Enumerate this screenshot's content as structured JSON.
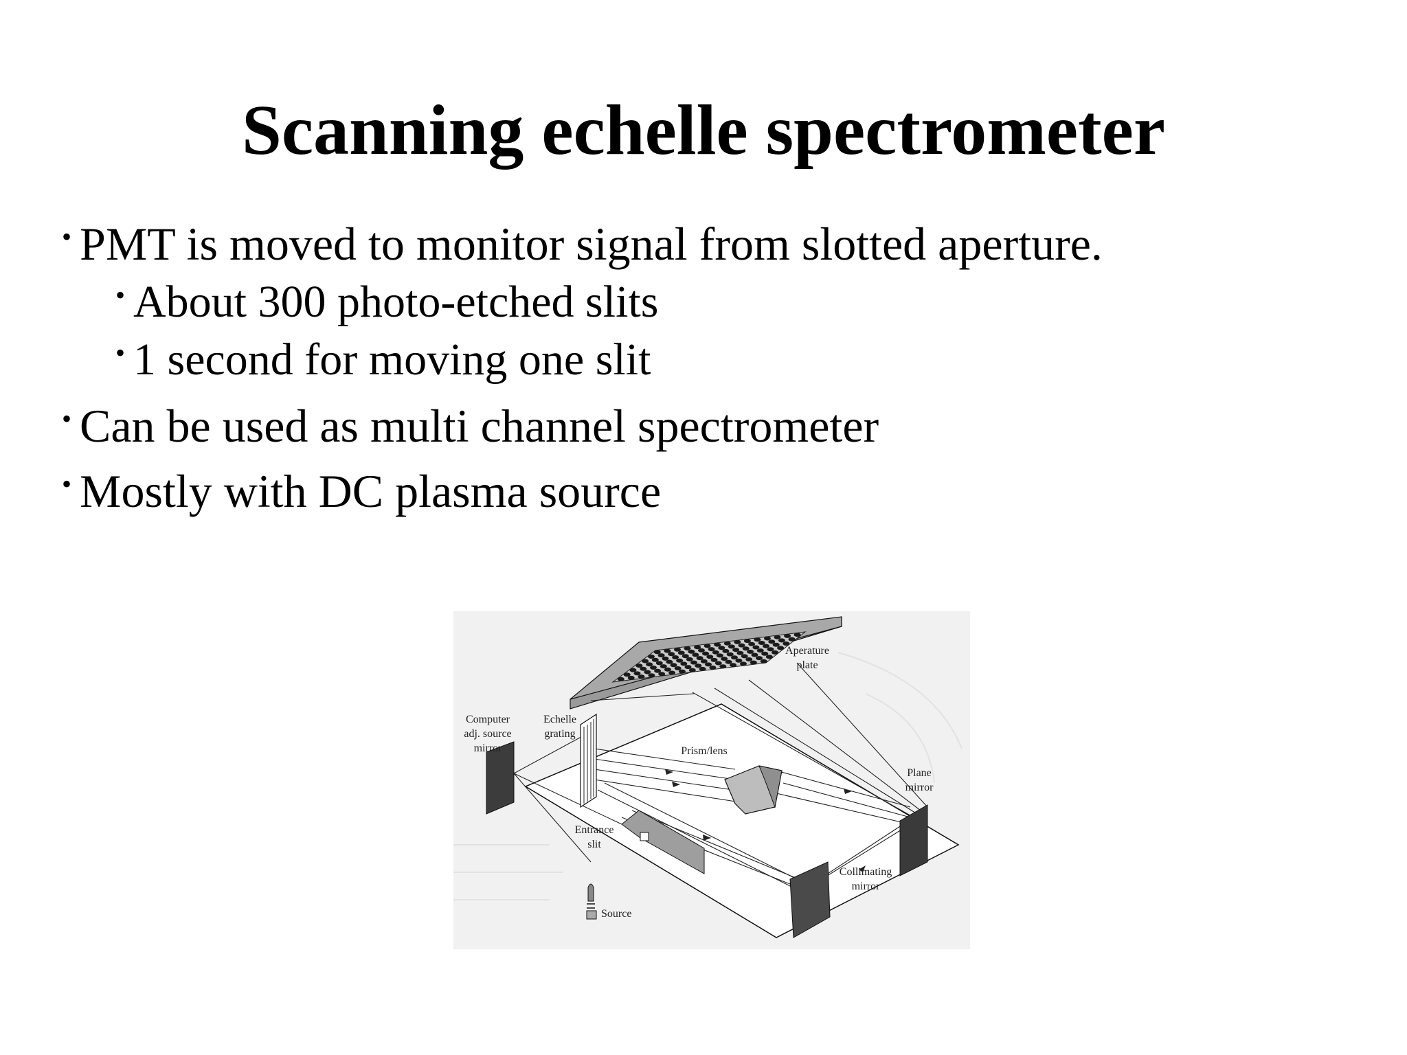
{
  "slide": {
    "title": "Scanning echelle spectrometer",
    "bullets": [
      {
        "level": 1,
        "text": "PMT is moved to monitor signal from slotted aperture."
      },
      {
        "level": 2,
        "text": "About 300 photo-etched slits"
      },
      {
        "level": 2,
        "text": "1 second for moving one slit"
      },
      {
        "level": 1,
        "text": "Can be used as multi channel spectrometer"
      },
      {
        "level": 1,
        "text": "Mostly with DC plasma source"
      }
    ]
  },
  "diagram": {
    "labels": {
      "aperture_plate_1": "Aperature",
      "aperture_plate_2": "plate",
      "computer_mirror_1": "Computer",
      "computer_mirror_2": "adj. source",
      "computer_mirror_3": "mirror",
      "echelle_1": "Echelle",
      "echelle_2": "grating",
      "prism": "Prism/lens",
      "plane_mirror_1": "Plane",
      "plane_mirror_2": "mirror",
      "entrance_slit_1": "Entrance",
      "entrance_slit_2": "slit",
      "collimating_1": "Collimating",
      "collimating_2": "mirror",
      "source": "Source"
    }
  }
}
